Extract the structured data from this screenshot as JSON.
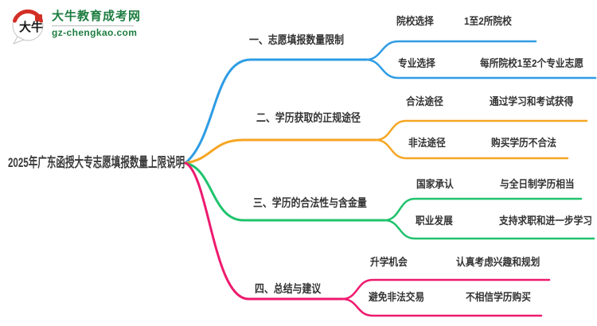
{
  "page": {
    "background": "#ffffff"
  },
  "logo": {
    "icon_text": "大牛",
    "site_name": "大牛教育成考网",
    "site_url": "gz-chengkao.com",
    "brand_green": "#1d7d40",
    "icon_red": "#d22f27"
  },
  "mindmap": {
    "root": {
      "title": "2025年广东函授大专志愿填报数量上限说明"
    },
    "branches": [
      {
        "label": "一、志愿填报数量限制",
        "color": "#2e9ce4",
        "children": [
          {
            "label": "院校选择",
            "value": "1至2所院校"
          },
          {
            "label": "专业选择",
            "value": "每所院校1至2个专业志愿"
          }
        ]
      },
      {
        "label": "二、学历获取的正规途径",
        "color": "#f5a623",
        "children": [
          {
            "label": "合法途径",
            "value": "通过学习和考试获得"
          },
          {
            "label": "非法途径",
            "value": "购买学历不合法"
          }
        ]
      },
      {
        "label": "三、学历的合法性与含金量",
        "color": "#1fc36d",
        "children": [
          {
            "label": "国家承认",
            "value": "与全日制学历相当"
          },
          {
            "label": "职业发展",
            "value": "支持求职和进一步学习"
          }
        ]
      },
      {
        "label": "四、总结与建议",
        "color": "#ee1a6f",
        "children": [
          {
            "label": "升学机会",
            "value": "认真考虑兴趣和规划"
          },
          {
            "label": "避免非法交易",
            "value": "不相信学历购买"
          }
        ]
      }
    ]
  }
}
